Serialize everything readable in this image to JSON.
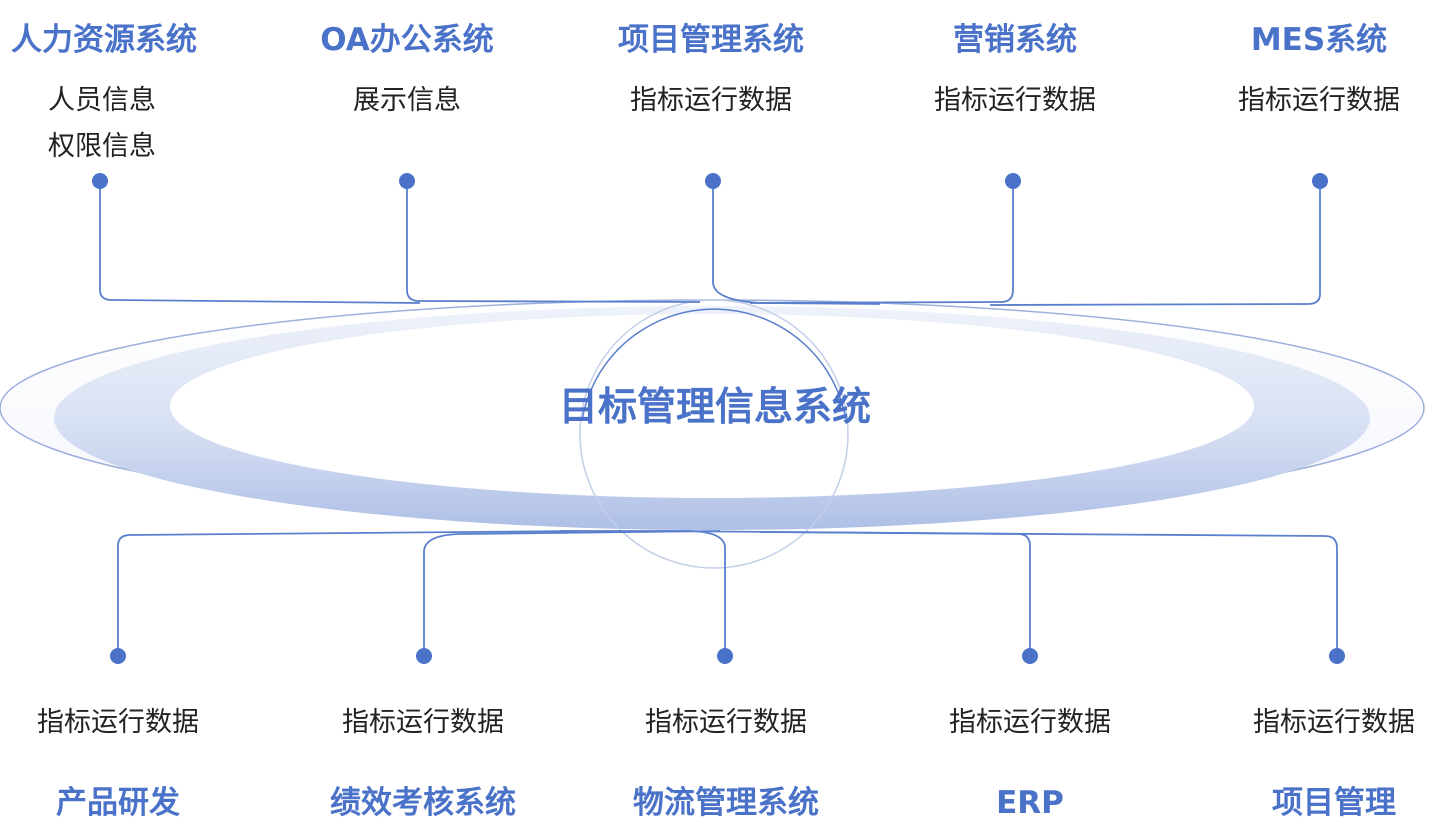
{
  "center": {
    "label": "目标管理信息系统"
  },
  "colors": {
    "accent": "#4a72c8",
    "line": "#5a7fcc",
    "dot": "#4a72c8",
    "ellipse_fill": "#c7d4ee"
  },
  "top_systems": [
    {
      "title": "人力资源系统",
      "descriptions": [
        "人员信息",
        "权限信息"
      ]
    },
    {
      "title": "OA办公系统",
      "descriptions": [
        "展示信息"
      ]
    },
    {
      "title": "项目管理系统",
      "descriptions": [
        "指标运行数据"
      ]
    },
    {
      "title": "营销系统",
      "descriptions": [
        "指标运行数据"
      ]
    },
    {
      "title": "MES系统",
      "descriptions": [
        "指标运行数据"
      ]
    }
  ],
  "bottom_systems": [
    {
      "title": "产品研发",
      "descriptions": [
        "指标运行数据"
      ]
    },
    {
      "title": "绩效考核系统",
      "descriptions": [
        "指标运行数据"
      ]
    },
    {
      "title": "物流管理系统",
      "descriptions": [
        "指标运行数据"
      ]
    },
    {
      "title": "ERP",
      "descriptions": [
        "指标运行数据"
      ]
    },
    {
      "title": "项目管理",
      "descriptions": [
        "指标运行数据"
      ]
    }
  ]
}
